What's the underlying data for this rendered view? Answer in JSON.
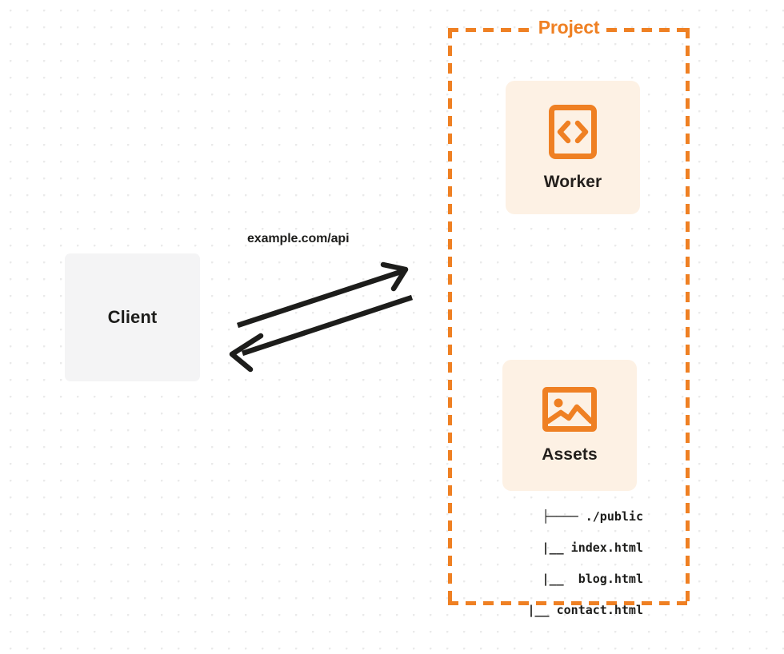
{
  "diagram": {
    "title_visible": false,
    "colors": {
      "accent": "#ef8023",
      "card_bg": "#fdf1e4",
      "client_bg": "#f4f4f5",
      "text": "#1d1d1b",
      "arrow": "#1d1d1b",
      "dot_grid": "#eaeaea",
      "page_bg": "#ffffff"
    },
    "client": {
      "label": "Client"
    },
    "connection": {
      "label": "example.com/api",
      "request_direction": "client-to-project",
      "response_direction": "project-to-client"
    },
    "project": {
      "label": "Project",
      "border_style": "dashed",
      "nodes": [
        {
          "id": "worker",
          "label": "Worker",
          "icon": "code-brackets-icon"
        },
        {
          "id": "assets",
          "label": "Assets",
          "icon": "image-icon"
        }
      ],
      "file_tree": {
        "lines": [
          "├──── ./public",
          "   |__ index.html",
          "   |__  blog.html",
          "   |__ contact.html"
        ],
        "root": "./public",
        "files": [
          "index.html",
          "blog.html",
          "contact.html"
        ]
      }
    }
  }
}
